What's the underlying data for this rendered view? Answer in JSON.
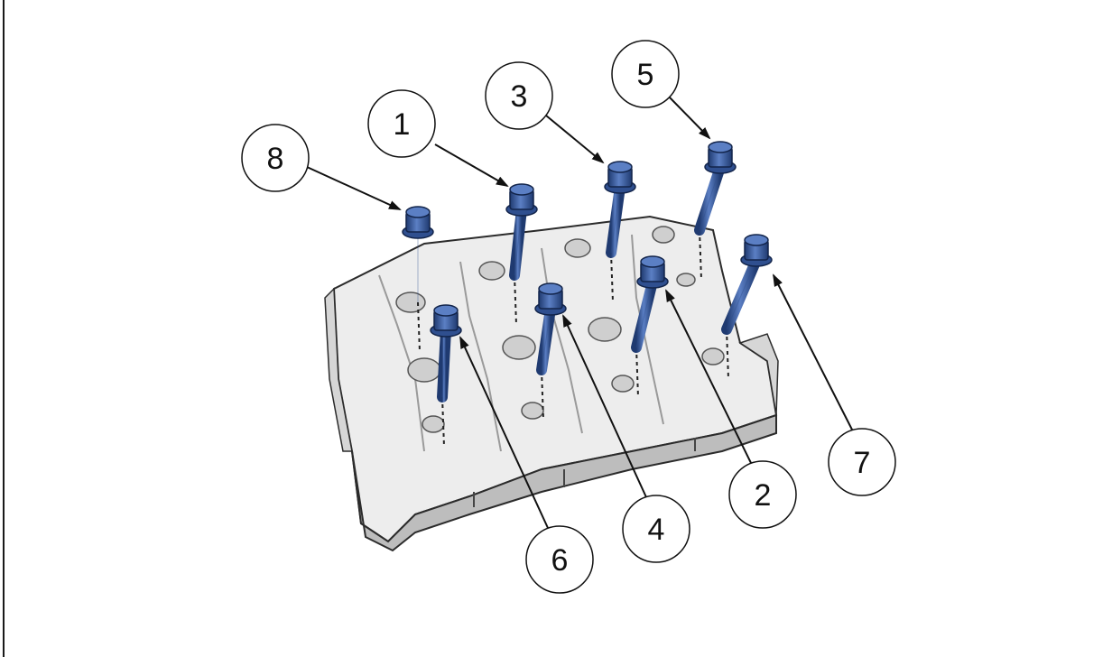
{
  "callouts": [
    {
      "id": "c8",
      "label": "8"
    },
    {
      "id": "c1",
      "label": "1"
    },
    {
      "id": "c3",
      "label": "3"
    },
    {
      "id": "c5",
      "label": "5"
    },
    {
      "id": "c7",
      "label": "7"
    },
    {
      "id": "c2",
      "label": "2"
    },
    {
      "id": "c4",
      "label": "4"
    },
    {
      "id": "c6",
      "label": "6"
    }
  ],
  "colors": {
    "bolt": "#2f4f8f",
    "bolt_highlight": "#5b7fc4",
    "head_light": "#f4f4f4",
    "head_mid": "#d9d9d9",
    "head_shadow": "#9a9a9a",
    "outline": "#2b2b2b"
  }
}
